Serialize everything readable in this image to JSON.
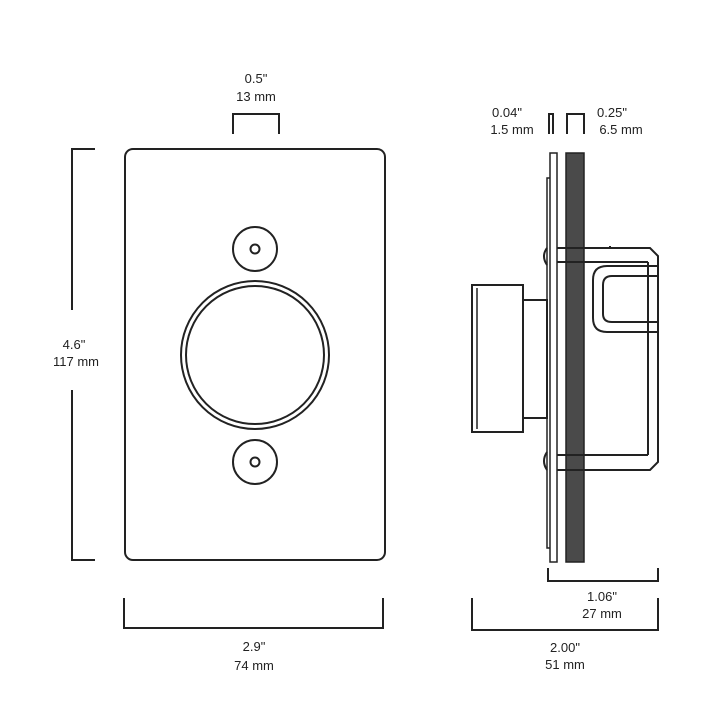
{
  "front": {
    "top_dim": {
      "in": "0.5\"",
      "mm": "13 mm"
    },
    "height_dim": {
      "in": "4.6\"",
      "mm": "117 mm"
    },
    "width_dim": {
      "in": "2.9\"",
      "mm": "74 mm"
    }
  },
  "side": {
    "plate_dim": {
      "in": "0.04\"",
      "mm": "1.5 mm"
    },
    "backplate_dim": {
      "in": "0.25\"",
      "mm": "6.5 mm"
    },
    "body_dim": {
      "in": "1.06\"",
      "mm": "27 mm"
    },
    "depth_dim": {
      "in": "2.00\"",
      "mm": "51 mm"
    }
  },
  "colors": {
    "line": "#222222",
    "backplate": "#4a4a4a"
  }
}
